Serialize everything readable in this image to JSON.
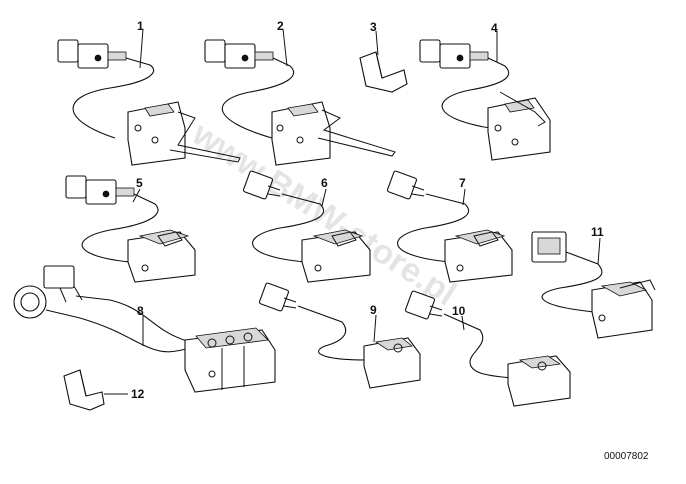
{
  "diagram": {
    "callouts": [
      "1",
      "2",
      "3",
      "4",
      "5",
      "6",
      "7",
      "8",
      "9",
      "10",
      "11",
      "12"
    ],
    "reference_code": "00007802",
    "watermark": "www.BMW-store.pl"
  },
  "icons": {
    "switch": "microswitch-icon",
    "connector": "plug-connector-icon",
    "clip": "retaining-clip-icon"
  }
}
